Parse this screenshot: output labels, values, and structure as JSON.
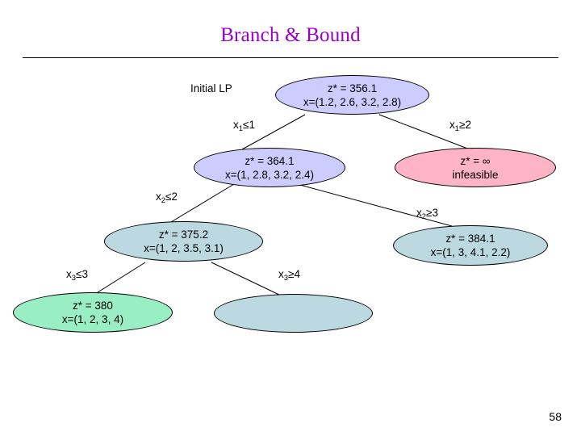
{
  "slide": {
    "title": "Branch & Bound",
    "page_number": "58"
  },
  "colors": {
    "title": "#9900cc",
    "node_purple": "#ccccff",
    "node_pink": "#ffb3c6",
    "node_blue": "#bcd8e0",
    "node_green": "#99eec4",
    "edge": "#000000"
  },
  "labels": {
    "initial_lp": "Initial LP",
    "x1_le1": "x1≤1",
    "x1_ge2": "x1≥2",
    "x2_le2": "x2≤2",
    "x2_ge3": "x2≥3",
    "x3_le3": "x3≤3",
    "x3_ge4": "x3≥4"
  },
  "nodes": [
    {
      "name": "root",
      "line1": "z* = 356.1",
      "line2": "x=(1.2, 2.6, 3.2, 2.8)",
      "color": "#ccccff"
    },
    {
      "name": "left-level1",
      "line1": "z* = 364.1",
      "line2": "x=(1, 2.8, 3.2, 2.4)",
      "color": "#ccccff"
    },
    {
      "name": "right-infeasible",
      "line1": "z* = ∞",
      "line2": "infeasible",
      "color": "#ffb3c6"
    },
    {
      "name": "left-level2",
      "line1": "z* = 375.2",
      "line2": "x=(1, 2, 3.5, 3.1)",
      "color": "#bcd8e0"
    },
    {
      "name": "right-level2",
      "line1": "z* = 384.1",
      "line2": "x=(1, 3, 4.1, 2.2)",
      "color": "#bcd8e0"
    },
    {
      "name": "left-level3",
      "line1": "z* = 380",
      "line2": "x=(1, 2, 3, 4)",
      "color": "#99eec4"
    },
    {
      "name": "right-level3",
      "line1": "",
      "line2": "",
      "color": "#bcd8e0"
    }
  ]
}
